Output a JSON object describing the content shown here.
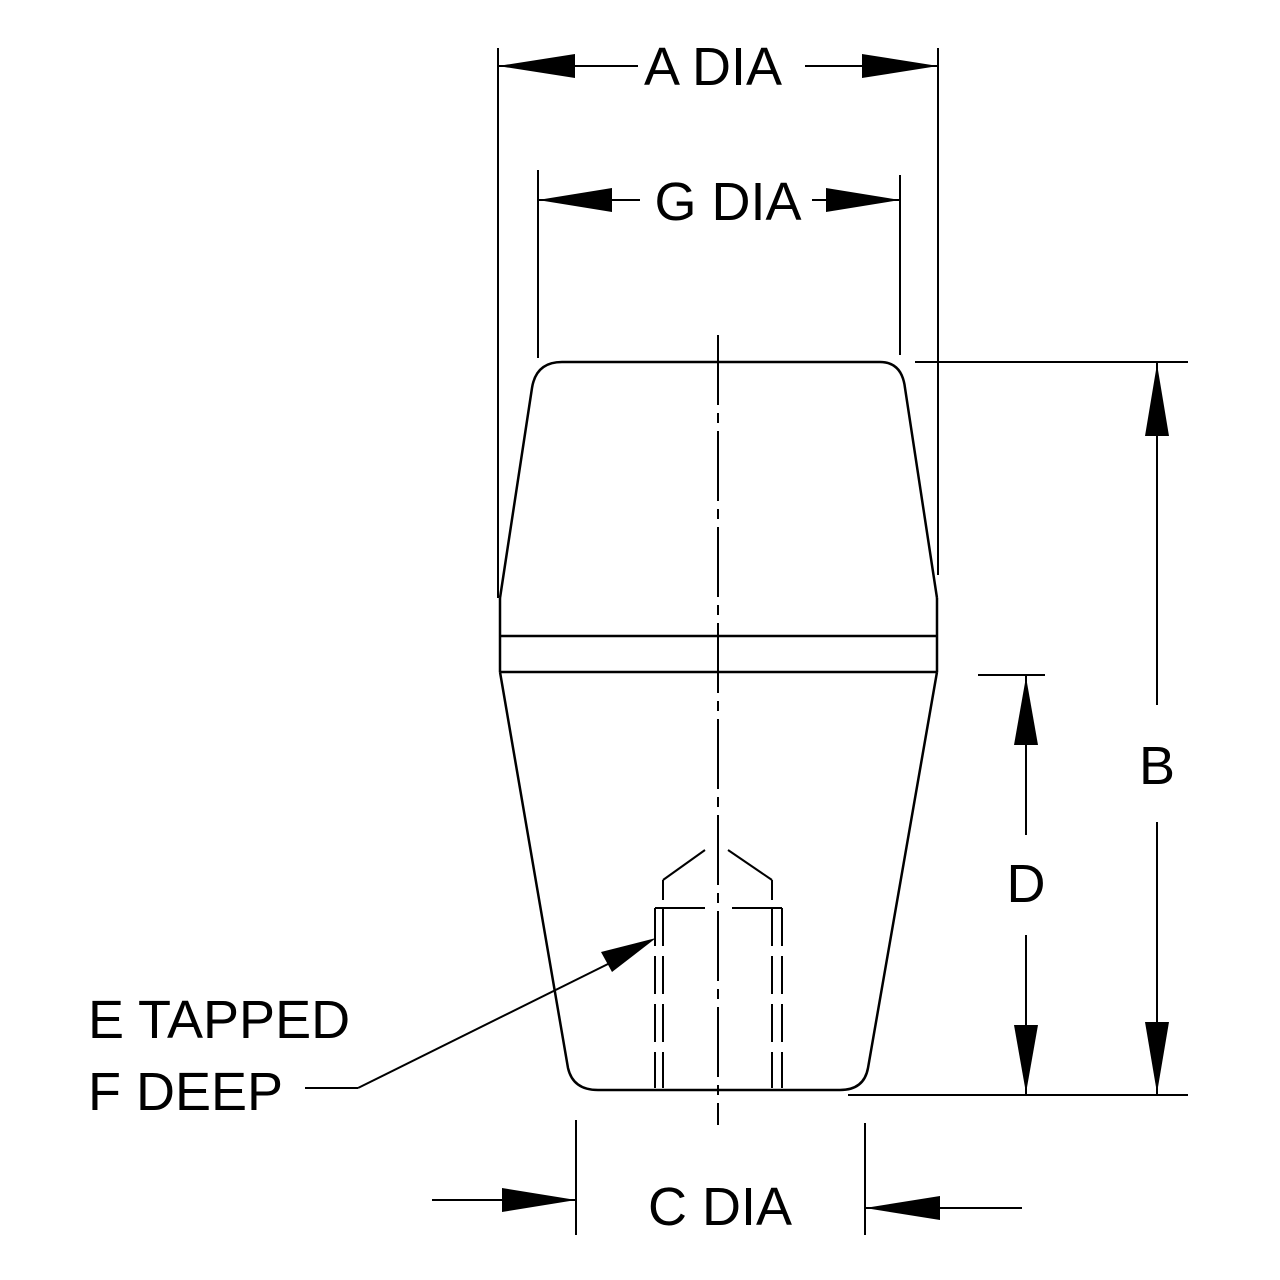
{
  "labels": {
    "a_dia": "A DIA",
    "g_dia": "G DIA",
    "b": "B",
    "d": "D",
    "c_dia": "C DIA",
    "tapped_line1": "E TAPPED",
    "tapped_line2": "F DEEP"
  },
  "colors": {
    "line": "#000000",
    "background": "#ffffff"
  }
}
